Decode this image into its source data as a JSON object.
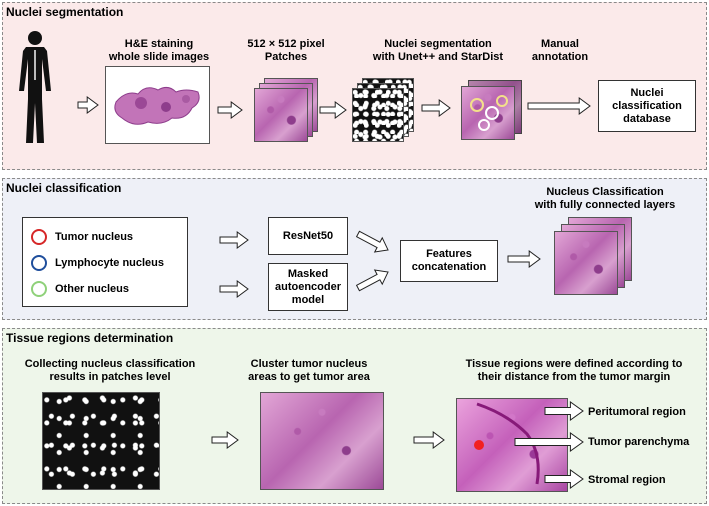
{
  "panels": {
    "segmentation": {
      "title": "Nuclei segmentation",
      "he_label": [
        "H&E staining",
        "whole slide images"
      ],
      "patch_label": [
        "512 × 512 pixel",
        "Patches"
      ],
      "seg_label": [
        "Nuclei segmentation",
        "with Unet++ and StarDist"
      ],
      "manual_label": [
        "Manual",
        "annotation"
      ],
      "database_label": [
        "Nuclei",
        "classification",
        "database"
      ]
    },
    "classification": {
      "title": "Nuclei classification",
      "legend": [
        {
          "label": "Tumor nucleus",
          "color": "#d62728"
        },
        {
          "label": "Lymphocyte nucleus",
          "color": "#1f4e9c"
        },
        {
          "label": "Other nucleus",
          "color": "#8fd17a"
        }
      ],
      "resnet_label": "ResNet50",
      "mae_label": [
        "Masked",
        "autoencoder",
        "model"
      ],
      "features_label": [
        "Features",
        "concatenation"
      ],
      "fc_label": [
        "Nucleus Classification",
        "with fully connected layers"
      ]
    },
    "tissue": {
      "title": "Tissue regions determination",
      "col1_label": [
        "Collecting nucleus classification",
        "results in patches level"
      ],
      "col2_label": [
        "Cluster tumor nucleus",
        "areas to get tumor area"
      ],
      "col3_label": [
        "Tissue regions were defined according to",
        "their distance from the tumor margin"
      ],
      "regions": [
        "Peritumoral region",
        "Tumor parenchyma",
        "Stromal region"
      ]
    }
  },
  "colors": {
    "panel1_bg": "#fbeaea",
    "panel2_bg": "#eef0f7",
    "panel3_bg": "#eef6ea"
  }
}
